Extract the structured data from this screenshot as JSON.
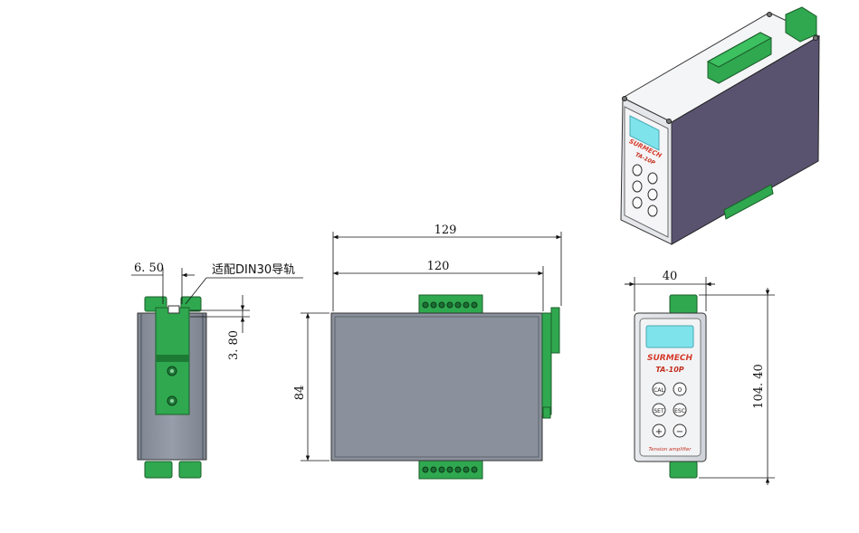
{
  "dimensions": {
    "din_offset": "6. 50",
    "din_note": "适配DIN30导轨",
    "din_height": "3. 80",
    "overall_length": "129",
    "body_length": "120",
    "height": "84",
    "width": "40",
    "overall_height": "104. 40"
  },
  "device": {
    "brand": "SURMECH",
    "model": "TA-10P",
    "buttons": [
      "CAL",
      "0",
      "SET",
      "ESC",
      "+",
      "−"
    ],
    "footer": "Tension amplifier"
  },
  "colors": {
    "terminal_green": "#2fa84f",
    "terminal_dark": "#1f7d38",
    "body_gray": "#8a919c",
    "display_cyan": "#7fe3ec",
    "iso_side": "#5a5370"
  }
}
